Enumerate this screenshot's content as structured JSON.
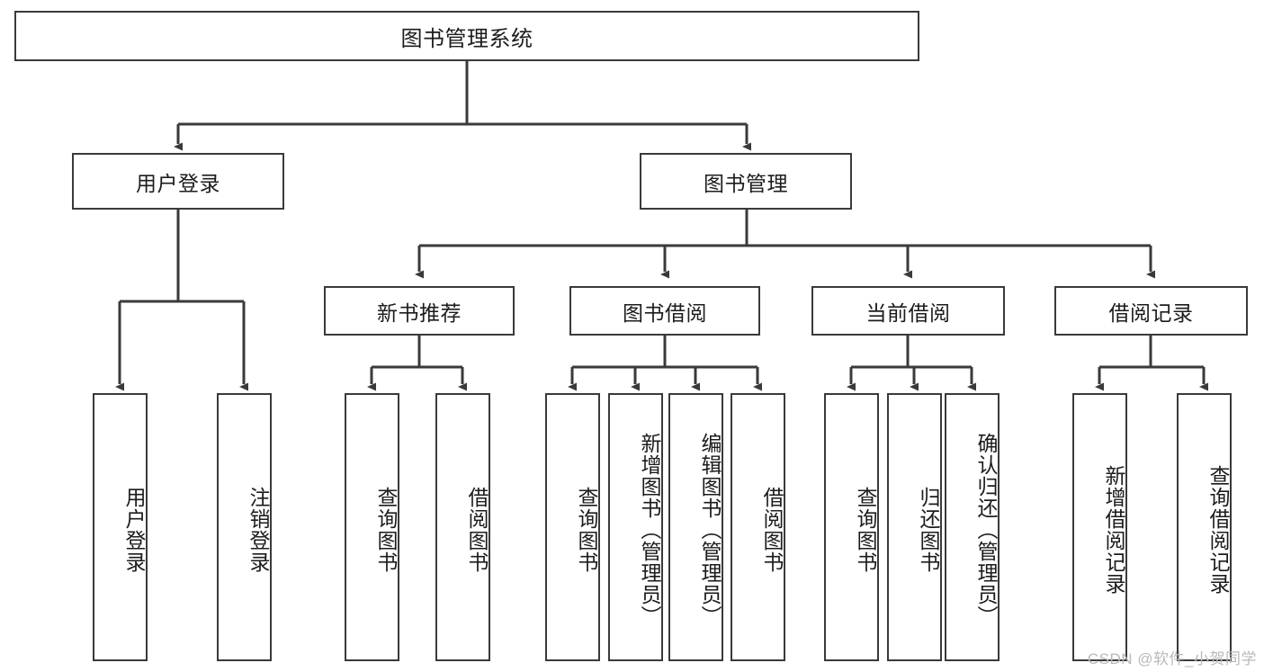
{
  "diagram": {
    "title": "图书管理系统",
    "type": "tree-hierarchy-diagram",
    "root": {
      "label": "图书管理系统"
    },
    "level2": [
      {
        "label": "用户登录"
      },
      {
        "label": "图书管理"
      }
    ],
    "level3": [
      {
        "label": "新书推荐"
      },
      {
        "label": "图书借阅"
      },
      {
        "label": "当前借阅"
      },
      {
        "label": "借阅记录"
      }
    ],
    "leaves": {
      "user_login": [
        {
          "label": "用户登录"
        },
        {
          "label": "注销登录"
        }
      ],
      "new_book_recommend": [
        {
          "label": "查询图书"
        },
        {
          "label": "借阅图书"
        }
      ],
      "book_borrow": [
        {
          "label": "查询图书"
        },
        {
          "label": "新增图书（管理员）"
        },
        {
          "label": "编辑图书（管理员）"
        },
        {
          "label": "借阅图书"
        }
      ],
      "current_borrow": [
        {
          "label": "查询图书"
        },
        {
          "label": "归还图书"
        },
        {
          "label": "确认归还（管理员）"
        }
      ],
      "borrow_record": [
        {
          "label": "新增借阅记录"
        },
        {
          "label": "查询借阅记录"
        }
      ]
    },
    "watermark": "CSDN @软件_小贺同学",
    "colors": {
      "stroke": "#3a3a3a",
      "fill": "#ffffff",
      "text": "#1c1c1c",
      "watermark": "#b9b9b9"
    }
  }
}
